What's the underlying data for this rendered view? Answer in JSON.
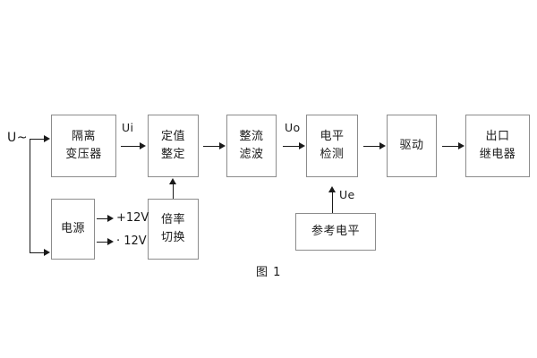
{
  "figure": {
    "caption": "图 1",
    "background_color": "#ffffff",
    "box_border_color": "#8c8c8c",
    "line_color": "#1a1a1a"
  },
  "main_chain": [
    {
      "id": "isolation-transformer",
      "line1": "隔离",
      "line2": "变压器"
    },
    {
      "id": "setting-value",
      "line1": "定值",
      "line2": "整定"
    },
    {
      "id": "rectify-filter",
      "line1": "整流",
      "line2": "滤波"
    },
    {
      "id": "level-detection",
      "line1": "电平",
      "line2": "检测"
    },
    {
      "id": "drive",
      "line1": "驱动",
      "line2": ""
    },
    {
      "id": "output-relay",
      "line1": "出口",
      "line2": "继电器"
    }
  ],
  "support_blocks": [
    {
      "id": "power-supply",
      "line1": "电源",
      "line2": ""
    },
    {
      "id": "ratio-switch",
      "line1": "倍率",
      "line2": "切换"
    },
    {
      "id": "reference-level",
      "line1": "参考电平",
      "line2": ""
    }
  ],
  "signals": {
    "input_ac": "U~",
    "ui": "Ui",
    "uo": "Uo",
    "ue": "Ue",
    "rail_positive": "+12V",
    "rail_negative": "· 12V"
  }
}
